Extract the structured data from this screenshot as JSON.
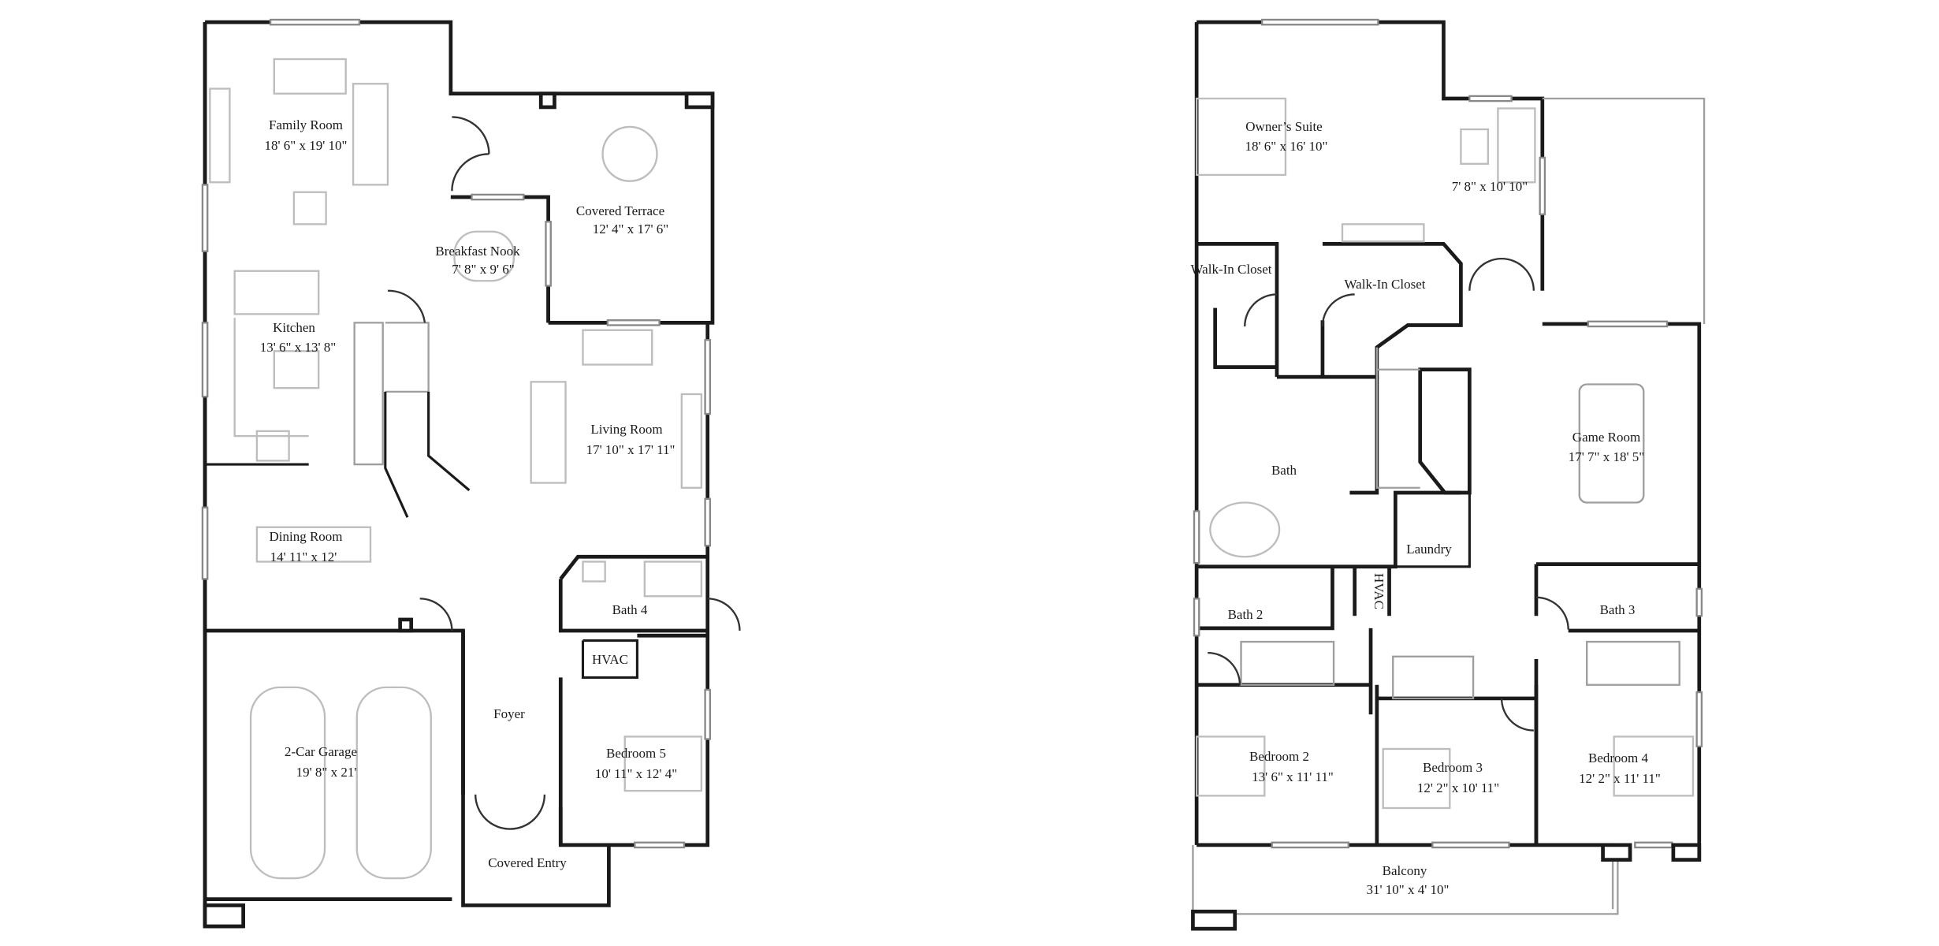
{
  "first_floor": {
    "rooms": [
      {
        "name": "Family Room",
        "dims": "18' 6\" x 19' 10\""
      },
      {
        "name": "Covered Terrace",
        "dims": "12' 4\" x 17' 6\""
      },
      {
        "name": "Breakfast Nook",
        "dims": "7' 8\" x 9' 6\""
      },
      {
        "name": "Kitchen",
        "dims": "13' 6\" x 13' 8\""
      },
      {
        "name": "Living Room",
        "dims": "17' 10\" x 17' 11\""
      },
      {
        "name": "Dining Room",
        "dims": "14' 11\" x 12'"
      },
      {
        "name": "Bath 4",
        "dims": ""
      },
      {
        "name": "HVAC",
        "dims": ""
      },
      {
        "name": "Foyer",
        "dims": ""
      },
      {
        "name": "2-Car Garage",
        "dims": "19' 8\" x 21'"
      },
      {
        "name": "Bedroom 5",
        "dims": "10' 11\" x 12' 4\""
      },
      {
        "name": "Covered Entry",
        "dims": ""
      }
    ]
  },
  "second_floor": {
    "rooms": [
      {
        "name": "Owner’s Suite",
        "dims": "18' 6\" x 16' 10\""
      },
      {
        "name": "",
        "dims": "7' 8\" x 10' 10\""
      },
      {
        "name": "Walk-In Closet",
        "dims": ""
      },
      {
        "name": "Walk-In Closet",
        "dims": ""
      },
      {
        "name": "Bath",
        "dims": ""
      },
      {
        "name": "Game Room",
        "dims": "17' 7\" x 18' 5\""
      },
      {
        "name": "Laundry",
        "dims": ""
      },
      {
        "name": "HVAC",
        "dims": ""
      },
      {
        "name": "Bath 2",
        "dims": ""
      },
      {
        "name": "Bath 3",
        "dims": ""
      },
      {
        "name": "Bedroom 2",
        "dims": "13' 6\" x 11' 11\""
      },
      {
        "name": "Bedroom 3",
        "dims": "12' 2\" x 10' 11\""
      },
      {
        "name": "Bedroom 4",
        "dims": "12' 2\" x 11' 11\""
      },
      {
        "name": "Balcony",
        "dims": "31' 10\" x 4' 10\""
      }
    ]
  }
}
